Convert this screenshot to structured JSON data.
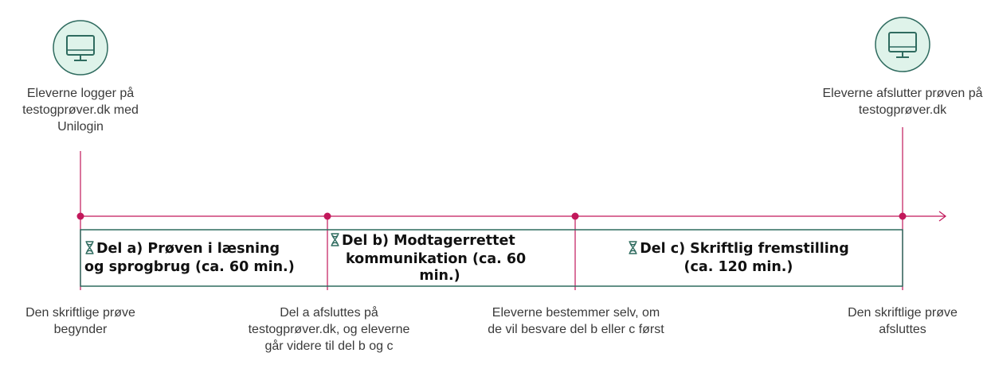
{
  "start": {
    "icon": "computer-monitor-icon",
    "text": "Eleverne logger på testogprøver.dk med Unilogin"
  },
  "end": {
    "icon": "computer-monitor-icon",
    "text": "Eleverne afslutter prøven på testogprøver.dk"
  },
  "segments": [
    {
      "icon": "hourglass-icon",
      "line1": "Del a) Prøven i læsning",
      "line2": "og sprogbrug (ca. 60 min.)"
    },
    {
      "icon": "hourglass-icon",
      "line1": "Del b) Modtagerrettet",
      "line2": "kommunikation (ca. 60",
      "line3": "min.)"
    },
    {
      "icon": "hourglass-icon",
      "line1": "Del c) Skriftlig fremstilling",
      "line2": "(ca. 120 min.)"
    }
  ],
  "milestones": [
    {
      "text": "Den skriftlige prøve begynder"
    },
    {
      "text": "Del a afsluttes på testogprøver.dk, og eleverne går videre til del b og c"
    },
    {
      "text": "Eleverne bestemmer selv, om de vil besvare del b eller c først"
    },
    {
      "text": "Den skriftlige prøve afsluttes"
    }
  ],
  "colors": {
    "accent": "#c2185b",
    "box_border": "#2f6b5f",
    "icon_fill": "#dff3ea",
    "icon_stroke": "#2f6b5f"
  }
}
